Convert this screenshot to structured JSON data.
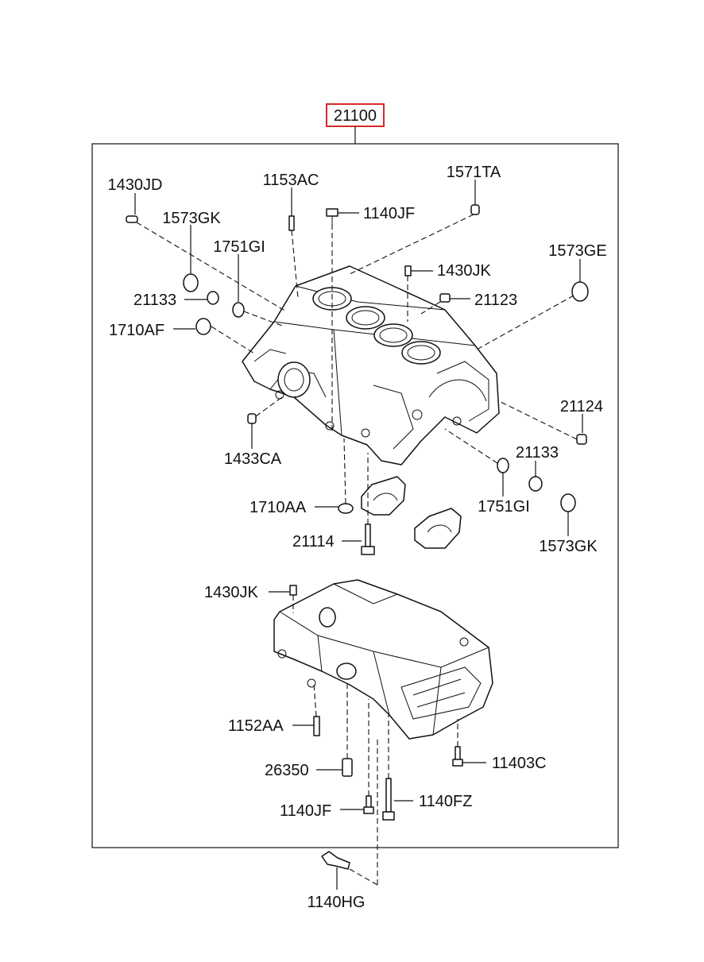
{
  "assembly": {
    "main_part_no": "21100",
    "highlight_color": "#d62a2a"
  },
  "labels": {
    "p1430JD": "1430JD",
    "p1153AC": "1153AC",
    "p1571TA": "1571TA",
    "p1140JF_top": "1140JF",
    "p1573GK_top": "1573GK",
    "p1751GI_top": "1751GI",
    "p1430JK_top": "1430JK",
    "p1573GE": "1573GE",
    "p21133_top": "21133",
    "p21123": "21123",
    "p1710AF": "1710AF",
    "p21124": "21124",
    "p1433CA": "1433CA",
    "p21133_right": "21133",
    "p1710AA": "1710AA",
    "p1751GI_right": "1751GI",
    "p21114": "21114",
    "p1573GK_right": "1573GK",
    "p1430JK_lower": "1430JK",
    "p1152AA": "1152AA",
    "p26350": "26350",
    "p11403C": "11403C",
    "p1140FZ": "1140FZ",
    "p1140JF_lower": "1140JF",
    "p1140HG": "1140HG"
  }
}
